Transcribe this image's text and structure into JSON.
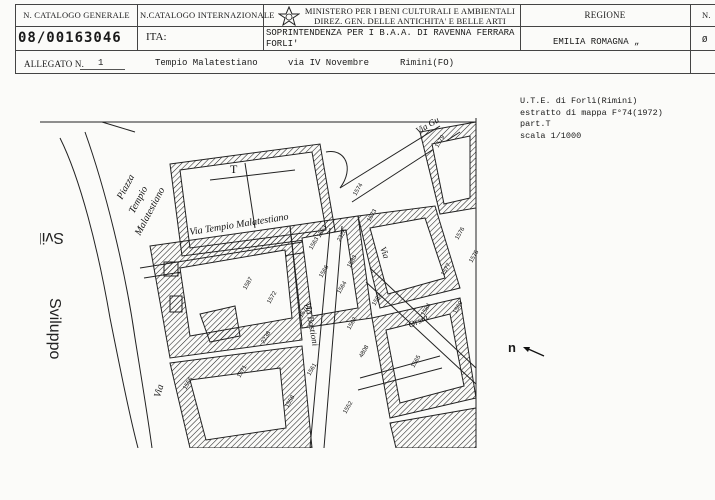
{
  "header": {
    "catalogo_generale_label": "N. CATALOGO GENERALE",
    "catalogo_generale_value": "08/00163046",
    "catalogo_internazionale_label": "N.CATALOGO INTERNAZIONALE",
    "ita_label": "ITA:",
    "ministry_line1": "MINISTERO PER I BENI CULTURALI E AMBIENTALI",
    "ministry_line2": "DIREZ. GEN. DELLE ANTICHITA' E BELLE ARTI",
    "soprintendenza_line1": "SOPRINTENDENZA PER I B.A.A. DI RAVENNA FERRARA",
    "soprintendenza_line2": "FORLI'",
    "regione_label": "REGIONE",
    "regione_value": "EMILIA ROMAGNA",
    "regione_value_mark": "„",
    "n_label": "N.",
    "n_value": "Ø"
  },
  "allegato": {
    "label": "ALLEGATO N.",
    "number": "1",
    "monument": "Tempio Malatestiano",
    "address": "via IV Novembre",
    "city": "Rimini(FO)"
  },
  "map_notes": {
    "line1": "U.T.E. di Forlì(Rimini)",
    "line2": "estratto di mappa F°74(1972)",
    "line3": "part.T",
    "line4": "scala 1/1000"
  },
  "map_labels": {
    "piazza": "Piazza",
    "tempio": "Tempio",
    "malatestiano": "Malatestiano",
    "via_tempio": "Via Tempio Malatestiano",
    "via_bastioni": "Via Bastioni",
    "via_gu": "Via Gu",
    "via_left": "Via",
    "via_mid": "Via",
    "orsia": "Orsia",
    "edge_text_upper": "Sviluppo",
    "edge_text_lower": "Sviluppo",
    "t_label": "T"
  },
  "parcels": [
    "1579",
    "1574",
    "1573",
    "1576",
    "1575",
    "1577",
    "1582",
    "1583",
    "1584",
    "1587",
    "1570",
    "1572",
    "1563",
    "1566",
    "1564",
    "1561",
    "1562",
    "1565",
    "1556",
    "1571",
    "2238",
    "1553",
    "1558",
    "1552",
    "4808",
    "2326",
    "1569"
  ],
  "north_arrow": "n"
}
